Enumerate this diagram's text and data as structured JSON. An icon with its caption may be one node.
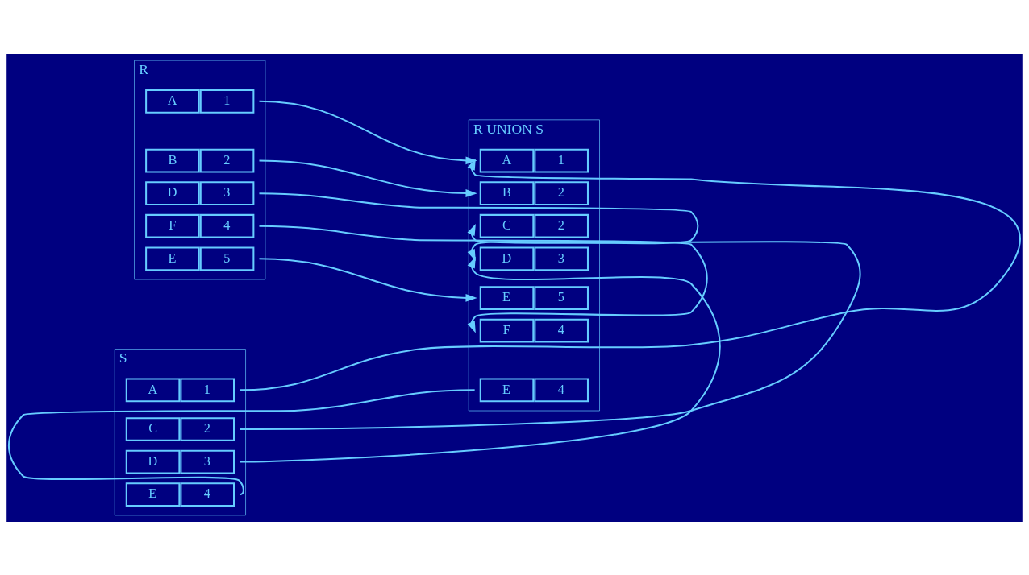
{
  "diagram": {
    "nodes": [
      {
        "text": [
          "R"
        ]
      },
      {
        "text": [
          "A",
          "1"
        ],
        "in": 0
      },
      {
        "text": [
          "B",
          "2"
        ],
        "in": 0
      },
      {
        "text": [
          "D",
          "3"
        ],
        "in": 0
      },
      {
        "text": [
          "F",
          "4"
        ],
        "in": 0
      },
      {
        "text": [
          "E",
          "5"
        ],
        "in": 0
      },
      {
        "text": [
          "S"
        ]
      },
      {
        "text": [
          "A",
          "1"
        ],
        "in": 6
      },
      {
        "text": [
          "C",
          "2"
        ],
        "in": 6
      },
      {
        "text": [
          "D",
          "3"
        ],
        "in": 6
      },
      {
        "text": [
          "E",
          "4"
        ],
        "in": 6
      },
      {
        "text": [
          "R UNION S"
        ]
      },
      {
        "text": [
          "A",
          "1"
        ],
        "in": 11
      },
      {
        "text": [
          "B",
          "2"
        ],
        "in": 11
      },
      {
        "text": [
          "C",
          "2"
        ],
        "in": 11
      },
      {
        "text": [
          "D",
          "3"
        ],
        "in": 11
      },
      {
        "text": [
          "E",
          "5"
        ],
        "in": 11
      },
      {
        "text": [
          "F",
          "4"
        ],
        "in": 11
      },
      {
        "text": [
          "E",
          "4"
        ],
        "in": 11
      }
    ],
    "edges": [
      {
        "from": 1,
        "to": 12,
        "arrow": "to"
      },
      {
        "from": 7,
        "to": 12,
        "arrow": "to"
      },
      {
        "from": 2,
        "to": 13,
        "arrow": "to"
      },
      {
        "from": 8,
        "to": 14,
        "arrow": "to"
      },
      {
        "from": 3,
        "to": 15,
        "arrow": "to"
      },
      {
        "from": 9,
        "to": 15,
        "arrow": "to"
      },
      {
        "from": 5,
        "to": 16,
        "arrow": "to"
      },
      {
        "from": 4,
        "to": 17,
        "arrow": "to"
      },
      {
        "from": 10,
        "to": 18,
        "arrow": "none"
      }
    ]
  }
}
